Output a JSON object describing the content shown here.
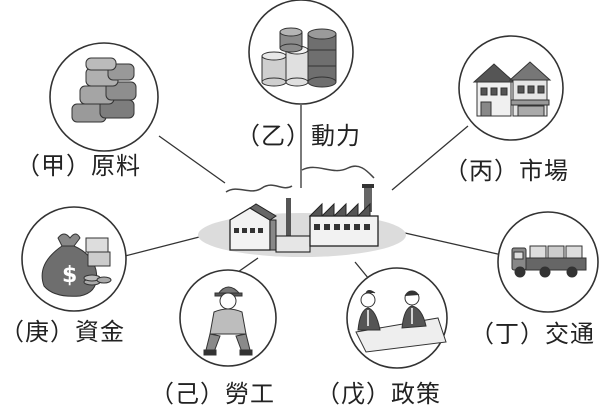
{
  "center": {
    "icon": "factory-icon"
  },
  "factors": [
    {
      "id": "raw-materials",
      "label": "（甲）原料",
      "icon": "sacks-icon"
    },
    {
      "id": "power",
      "label": "（乙）動力",
      "icon": "barrels-icon"
    },
    {
      "id": "market",
      "label": "（丙）市場",
      "icon": "shops-icon"
    },
    {
      "id": "transport",
      "label": "（丁）交通",
      "icon": "truck-icon"
    },
    {
      "id": "policy",
      "label": "（戊）政策",
      "icon": "meeting-icon"
    },
    {
      "id": "labor",
      "label": "（己）勞工",
      "icon": "worker-icon"
    },
    {
      "id": "capital",
      "label": "（庚）資金",
      "icon": "money-bag-icon"
    }
  ]
}
